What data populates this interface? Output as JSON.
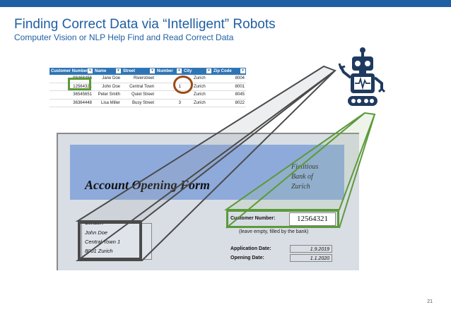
{
  "header": {
    "title": "Finding Correct Data via “Intelligent” Robots",
    "subtitle": "Computer Vision or NLP Help Find and Read Correct Data",
    "page_number": "21"
  },
  "spreadsheet": {
    "columns": [
      "Customer Number",
      "Name",
      "Street",
      "Number",
      "City",
      "Zip Code"
    ],
    "rows": [
      [
        "98468456",
        "Jane Doe",
        "Riverstreet",
        "",
        "Zurich",
        "8004"
      ],
      [
        "12564321",
        "John Doe",
        "Central Town",
        "1",
        "Zurich",
        "8001"
      ],
      [
        "36545651",
        "Peter Smith",
        "Quiet Street",
        "",
        "Zurich",
        "8045"
      ],
      [
        "36364448",
        "Lisa Miller",
        "Busy Street",
        "3",
        "Zurich",
        "8022"
      ]
    ]
  },
  "form": {
    "title": "Account Opening Form",
    "bank_lines": [
      "Fictitious",
      "Bank of",
      "Zurich"
    ],
    "sender_label": "Sender:",
    "sender_lines": [
      "John Doe",
      "Central Town 1",
      "8001 Zurich"
    ],
    "customer_number_label": "Customer Number:",
    "customer_number_value": "12564321",
    "leave_empty_note": "(leave empty, filled by the bank)",
    "application_date_label": "Application Date:",
    "application_date_value": "1.9.2019",
    "opening_date_label": "Opening Date:",
    "opening_date_value": "1.1.2020"
  },
  "colors": {
    "brand_blue": "#1f5fa3",
    "highlight_green": "#5b9a3a",
    "highlight_brown": "#9b4a14",
    "robot_navy": "#1f3a5f"
  },
  "icons": [
    "robot-icon"
  ]
}
